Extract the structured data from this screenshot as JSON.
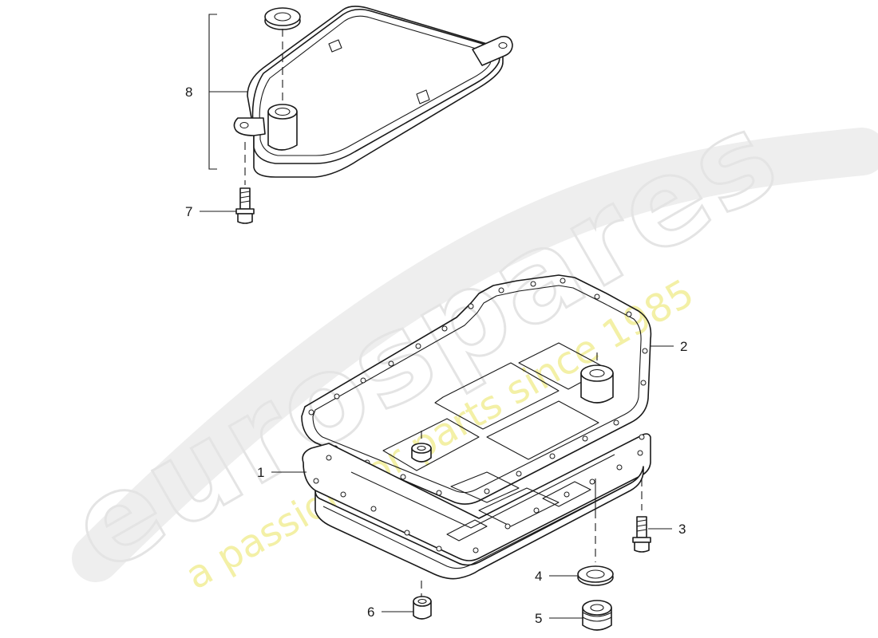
{
  "watermark": {
    "brand": "eurospares",
    "tagline": "a passion for parts since 1985"
  },
  "callouts": [
    {
      "number": "1",
      "part": "oil-pan"
    },
    {
      "number": "2",
      "part": "pan-gasket"
    },
    {
      "number": "3",
      "part": "pan-bolt"
    },
    {
      "number": "4",
      "part": "sealing-ring"
    },
    {
      "number": "5",
      "part": "drain-plug"
    },
    {
      "number": "6",
      "part": "filler-plug"
    },
    {
      "number": "7",
      "part": "filter-bolt"
    },
    {
      "number": "8",
      "part": "oil-filter-assembly"
    }
  ]
}
